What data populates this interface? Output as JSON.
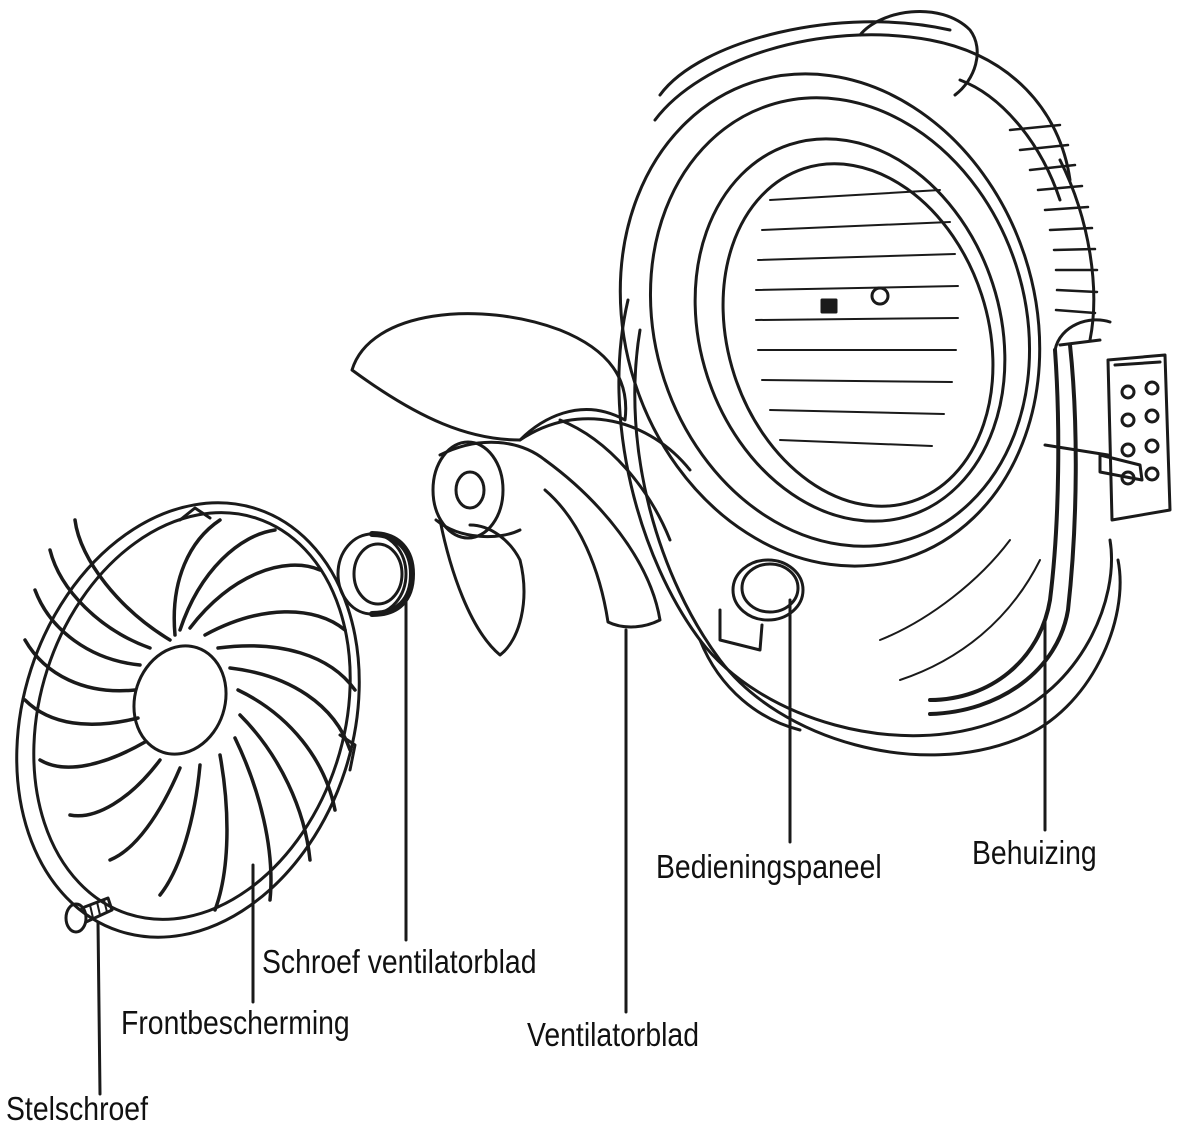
{
  "labels": {
    "stelschroef": "Stelschroef",
    "frontbescherming": "Frontbescherming",
    "schroef_ventilatorblad": "Schroef ventilatorblad",
    "ventilatorblad": "Ventilatorblad",
    "bedieningspaneel": "Bedieningspaneel",
    "behuizing": "Behuizing"
  },
  "colors": {
    "line": "#1a1a1a",
    "background": "#ffffff"
  }
}
